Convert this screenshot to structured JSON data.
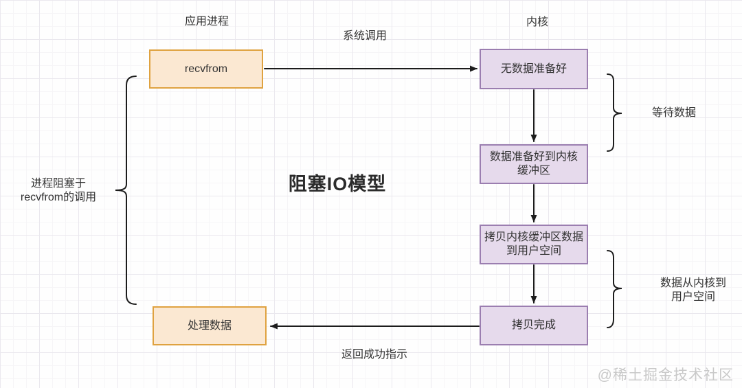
{
  "title": "阻塞IO模型",
  "watermark": "@稀土掘金技术社区",
  "columns": {
    "app_process": "应用进程",
    "kernel": "内核"
  },
  "edge_labels": {
    "system_call": "系统调用",
    "return_success": "返回成功指示"
  },
  "brace_labels": {
    "process_blocked_line1": "进程阻塞于",
    "process_blocked_line2": "recvfrom的调用",
    "wait_data": "等待数据",
    "kernel_to_user_line1": "数据从内核到",
    "kernel_to_user_line2": "用户空间"
  },
  "nodes": {
    "recvfrom": "recvfrom",
    "no_data_ready": "无数据准备好",
    "data_ready_line1": "数据准备好到内核",
    "data_ready_line2": "缓冲区",
    "copy_buffer_line1": "拷贝内核缓冲区数据",
    "copy_buffer_line2": "到用户空间",
    "copy_done": "拷贝完成",
    "process_data": "处理数据"
  },
  "colors": {
    "orange_fill": "#fbe8d2",
    "orange_border": "#dfa240",
    "purple_fill": "#e6daec",
    "purple_border": "#9b7eb0",
    "arrow": "#1c1c1c",
    "text": "#333333",
    "watermark": "#c9c9c9",
    "grid_major": "#eae8ee",
    "grid_minor": "#f6f5f7"
  }
}
